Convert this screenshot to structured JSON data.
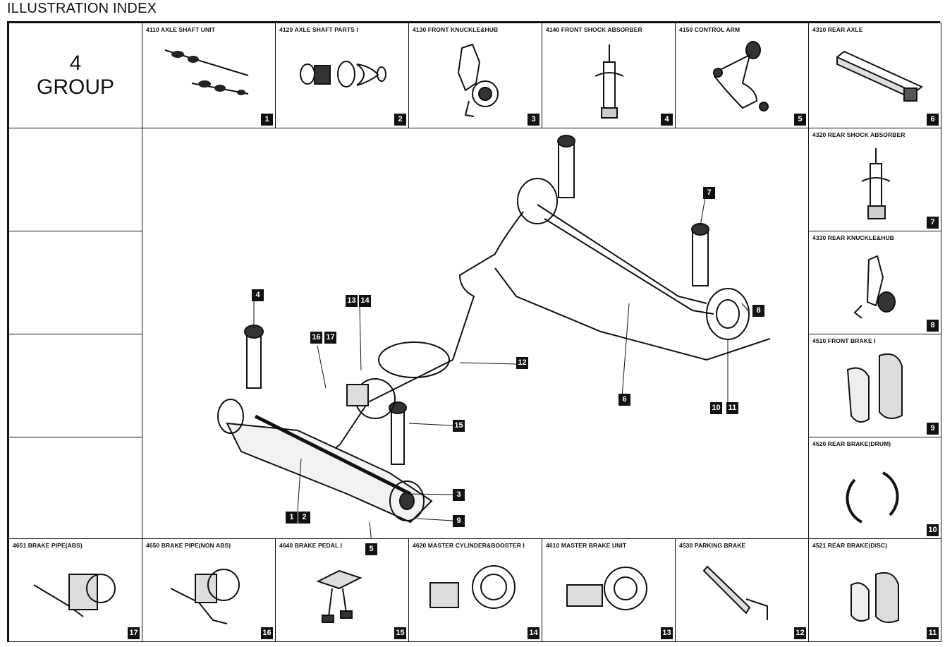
{
  "page_title": "ILLUSTRATION INDEX",
  "group": {
    "number": "4",
    "label": "GROUP"
  },
  "top_row": [
    {
      "code": "4110 AXLE SHAFT UNIT",
      "num": "1",
      "icon": "axle-shaft-unit-icon"
    },
    {
      "code": "4120 AXLE SHAFT PARTS I",
      "num": "2",
      "icon": "axle-shaft-parts-icon"
    },
    {
      "code": "4130 FRONT KNUCKLE&HUB",
      "num": "3",
      "icon": "front-knuckle-hub-icon"
    },
    {
      "code": "4140 FRONT SHOCK ABSORBER",
      "num": "4",
      "icon": "front-shock-absorber-icon"
    },
    {
      "code": "4150 CONTROL ARM",
      "num": "5",
      "icon": "control-arm-icon"
    },
    {
      "code": "4310 REAR AXLE",
      "num": "6",
      "icon": "rear-axle-icon"
    }
  ],
  "right_col": [
    {
      "code": "4320 REAR SHOCK ABSORBER",
      "num": "7",
      "icon": "rear-shock-absorber-icon"
    },
    {
      "code": "4330 REAR KNUCKLE&HUB",
      "num": "8",
      "icon": "rear-knuckle-hub-icon"
    },
    {
      "code": "4510 FRONT BRAKE I",
      "num": "9",
      "icon": "front-brake-pads-icon"
    },
    {
      "code": "4520 REAR BRAKE(DRUM)",
      "num": "10",
      "icon": "rear-brake-drum-shoes-icon"
    }
  ],
  "bottom_row": [
    {
      "code": "4651 BRAKE PIPE(ABS)",
      "num": "17",
      "icon": "brake-pipe-abs-icon"
    },
    {
      "code": "4650 BRAKE PIPE(NON ABS)",
      "num": "16",
      "icon": "brake-pipe-non-abs-icon"
    },
    {
      "code": "4640 BRAKE PEDAL I",
      "num": "15",
      "icon": "brake-pedal-icon"
    },
    {
      "code": "4620 MASTER CYLINDER&BOOSTER I",
      "num": "14",
      "icon": "master-cylinder-booster-icon"
    },
    {
      "code": "4610 MASTER BRAKE UNIT",
      "num": "13",
      "icon": "master-brake-unit-icon"
    },
    {
      "code": "4530 PARKING BRAKE",
      "num": "12",
      "icon": "parking-brake-icon"
    },
    {
      "code": "4521 REAR BRAKE(DISC)",
      "num": "11",
      "icon": "rear-brake-disc-pads-icon"
    }
  ],
  "callouts": {
    "c4": "4",
    "c13": "13",
    "c14": "14",
    "c16": "16",
    "c17": "17",
    "c7": "7",
    "c8": "8",
    "c6": "6",
    "c12a": "12",
    "c10": "10",
    "c11": "11",
    "c15": "15",
    "c3": "3",
    "c9": "9",
    "c5": "5",
    "c1": "1",
    "c2": "2"
  }
}
